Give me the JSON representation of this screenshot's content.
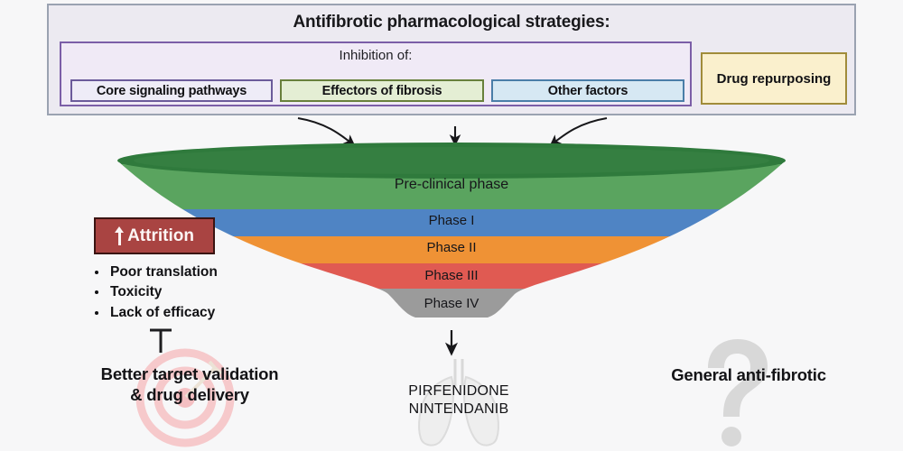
{
  "header": {
    "title": "Antifibrotic pharmacological strategies:",
    "inhibition_label": "Inhibition of:",
    "chips": [
      {
        "label": "Core signaling pathways",
        "fill": "#eeecf7",
        "border": "#6b5b9a"
      },
      {
        "label": "Effectors of fibrosis",
        "fill": "#e4eed4",
        "border": "#68803c"
      },
      {
        "label": "Other factors",
        "fill": "#d6e8f3",
        "border": "#4a7ea8"
      }
    ],
    "repurposing": {
      "label": "Drug repurposing",
      "fill": "#faf0cd",
      "border": "#a08c3a"
    },
    "panel_fill": "#eceaf1",
    "panel_border": "#9aa2b1",
    "inhibition_fill": "#f0eaf6",
    "inhibition_border": "#7b5ea7"
  },
  "arrows": {
    "left_curved": "arrow-curved-down-right",
    "center_straight": "arrow-down",
    "right_curved": "arrow-curved-down-left",
    "funnel_output": "arrow-down"
  },
  "funnel": {
    "stages": [
      {
        "label": "Pre-clinical phase",
        "color": "#5aa45f",
        "rim_color": "#2f7a3c"
      },
      {
        "label": "Phase I",
        "color": "#4f84c4"
      },
      {
        "label": "Phase II",
        "color": "#ef9235"
      },
      {
        "label": "Phase III",
        "color": "#e05a52"
      },
      {
        "label": "Phase IV",
        "color": "#9b9b9b"
      }
    ]
  },
  "attrition": {
    "badge_label": "Attrition",
    "badge_icon": "up-arrow-icon",
    "badge_fill": "#a94442",
    "badge_border": "#3a1412",
    "reasons": [
      "Poor translation",
      "Toxicity",
      "Lack of efficacy"
    ]
  },
  "outcomes": {
    "left": {
      "line1": "Better target validation",
      "line2": "& drug delivery",
      "icon": "target-bullseye-icon",
      "blocker": "inhibition-tee-icon"
    },
    "center": {
      "line1": "PIRFENIDONE",
      "line2": "NINTENDANIB",
      "icon": "lungs-icon"
    },
    "right": {
      "line1": "General anti-fibrotic",
      "icon": "question-mark-icon"
    }
  }
}
